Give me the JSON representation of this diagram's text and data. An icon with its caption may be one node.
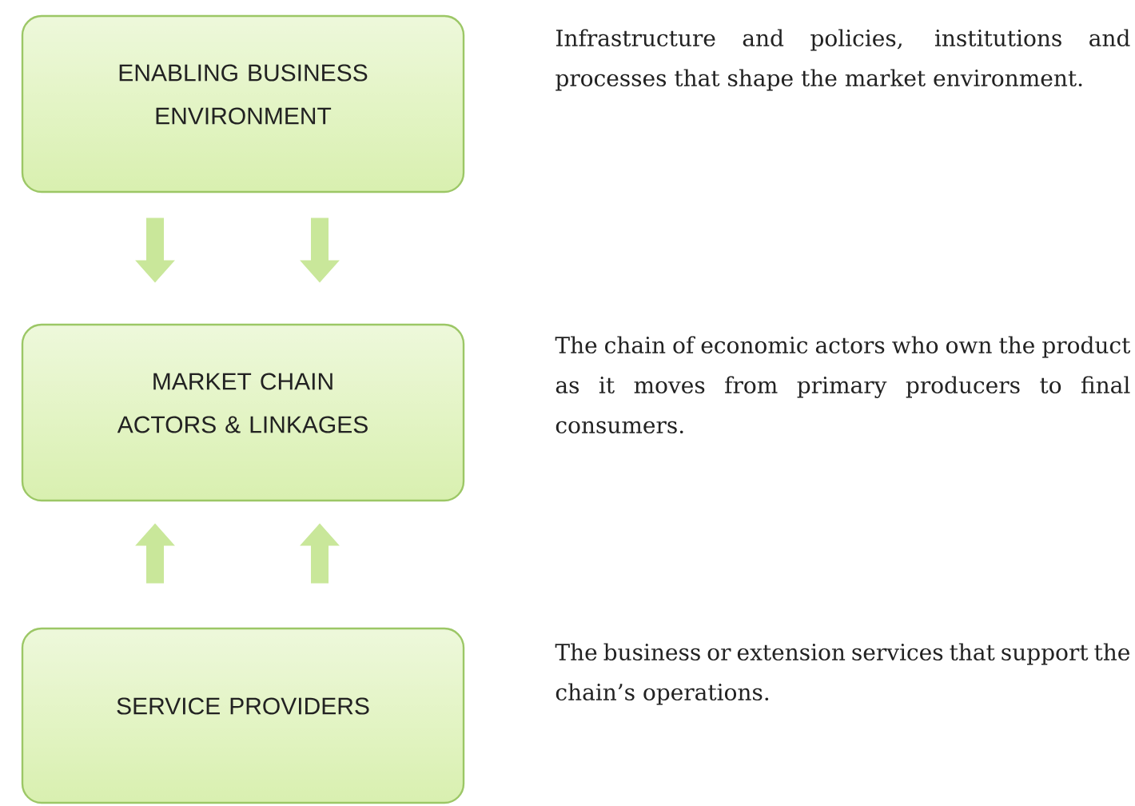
{
  "diagram": {
    "nodes": [
      {
        "text": [
          "ENABLING BUSINESS ENVIRONMENT"
        ]
      },
      {
        "text": [
          "MARKET CHAIN ACTORS & LINKAGES"
        ]
      },
      {
        "text": [
          "SERVICE PROVIDERS"
        ]
      }
    ],
    "edges": [
      {
        "from": 0,
        "to": 1,
        "arrow": "to"
      },
      {
        "from": 0,
        "to": 1,
        "arrow": "to"
      },
      {
        "from": 2,
        "to": 1,
        "arrow": "to"
      },
      {
        "from": 2,
        "to": 1,
        "arrow": "to"
      }
    ],
    "labels": [
      "Infrastructure and policies, institutions and processes that shape the market environment.",
      "The chain of economic actors who own the product as it moves from primary producers to final consumers.",
      "The business or extension services that support the chain’s operations."
    ]
  }
}
